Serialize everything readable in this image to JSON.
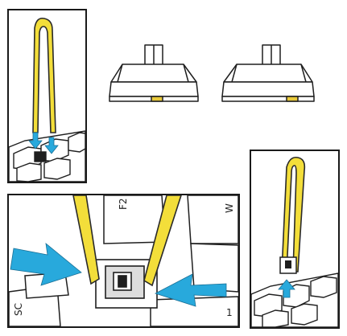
{
  "colors": {
    "tool_fill": "#f3de3a",
    "tool_stroke": "#2a2a2a",
    "arrow_fill": "#28a9dc",
    "line": "#1f1f1f",
    "switch_accent": "#e8c93a"
  },
  "icons": {
    "tool": "switch-puller-icon",
    "arrow": "push-arrow-icon"
  },
  "key_legends": {
    "f2": "F2",
    "w": "W",
    "esc": "SC",
    "extra": "1"
  }
}
